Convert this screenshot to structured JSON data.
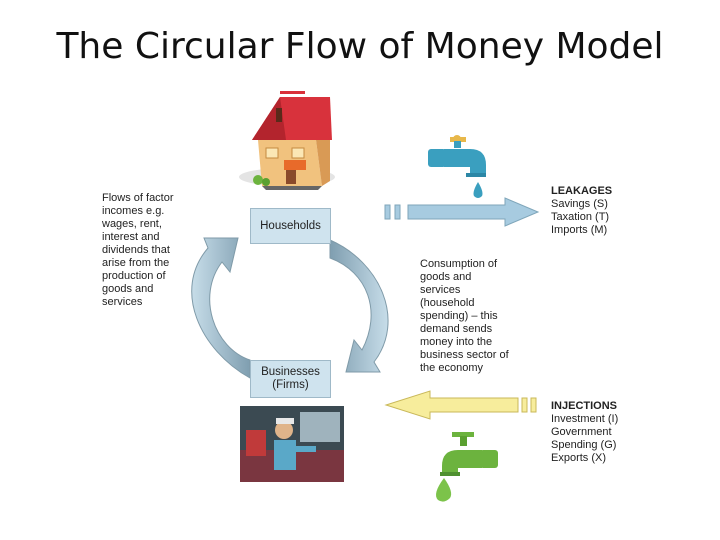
{
  "title": "The Circular Flow of Money Model",
  "boxes": {
    "households": "Households",
    "businesses": [
      "Businesses",
      "(Firms)"
    ]
  },
  "factor_income_text": [
    "Flows of factor",
    "incomes e.g.",
    "wages, rent,",
    "interest and",
    "dividends that",
    "arise from the",
    "production of",
    "goods and",
    "services"
  ],
  "consumption_text": [
    "Consumption of",
    "goods and",
    "services",
    "(household",
    "spending) – this",
    "demand sends",
    "money into the",
    "business sector of",
    "the economy"
  ],
  "leakages": {
    "heading": "LEAKAGES",
    "items": [
      "Savings (S)",
      "Taxation (T)",
      "Imports (M)"
    ]
  },
  "injections": {
    "heading": "INJECTIONS",
    "items": [
      "Investment (I)",
      "Government",
      "Spending (G)",
      "Exports (X)"
    ]
  },
  "colors": {
    "leak_arrow": "#a7cbe0",
    "inject_arrow": "#f7ed9c",
    "circle_arrow": "#a9c6d6",
    "blue_tap": "#3a9fbf",
    "green_tap": "#6cb33e"
  },
  "icons": [
    "house-icon",
    "blue-tap-icon",
    "green-tap-icon",
    "mechanic-photo"
  ]
}
